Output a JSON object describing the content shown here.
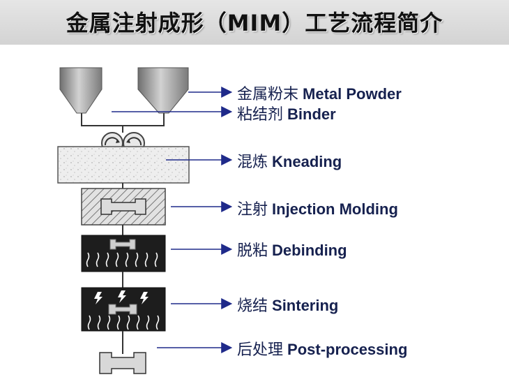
{
  "title": "金属注射成形（MIM）工艺流程简介",
  "steps": [
    {
      "cn": "金属粉末",
      "en": "Metal Powder"
    },
    {
      "cn": "粘结剂",
      "en": "Binder"
    },
    {
      "cn": "混炼",
      "en": "Kneading"
    },
    {
      "cn": "注射",
      "en": "Injection Molding"
    },
    {
      "cn": "脱粘",
      "en": "Debinding"
    },
    {
      "cn": "烧结",
      "en": "Sintering"
    },
    {
      "cn": "后处理",
      "en": "Post-processing"
    }
  ],
  "colors": {
    "label": "#16214f",
    "arrow": "#1f2a8a",
    "dark_box": "#1d1d1d",
    "hopper": "#9a9a9a"
  }
}
